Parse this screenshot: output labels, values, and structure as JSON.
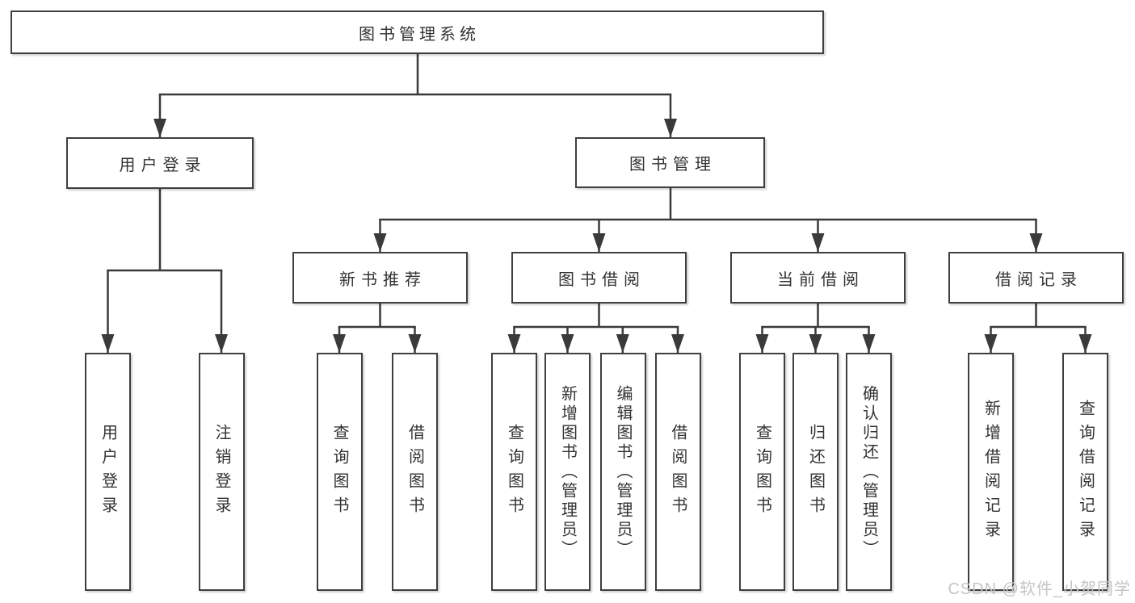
{
  "diagram": {
    "root": {
      "label": "图书管理系统"
    },
    "branches": [
      {
        "label": "用户登录",
        "children": [
          {
            "label": "用户登录"
          },
          {
            "label": "注销登录"
          }
        ]
      },
      {
        "label": "图书管理",
        "groups": [
          {
            "label": "新书推荐",
            "children": [
              {
                "label": "查询图书"
              },
              {
                "label": "借阅图书"
              }
            ]
          },
          {
            "label": "图书借阅",
            "children": [
              {
                "label": "查询图书"
              },
              {
                "label": "新增图书（管理员）"
              },
              {
                "label": "编辑图书（管理员）"
              },
              {
                "label": "借阅图书"
              }
            ]
          },
          {
            "label": "当前借阅",
            "children": [
              {
                "label": "查询图书"
              },
              {
                "label": "归还图书"
              },
              {
                "label": "确认归还（管理员）"
              }
            ]
          },
          {
            "label": "借阅记录",
            "children": [
              {
                "label": "新增借阅记录"
              },
              {
                "label": "查询借阅记录"
              }
            ]
          }
        ]
      }
    ]
  },
  "watermark": {
    "text": "CSDN @软件_小贺同学"
  },
  "colors": {
    "line": "#3a3a3a",
    "text": "#333333",
    "box_border": "#3f3f3f",
    "watermark": "#c5c5c5",
    "background": "#ffffff"
  }
}
